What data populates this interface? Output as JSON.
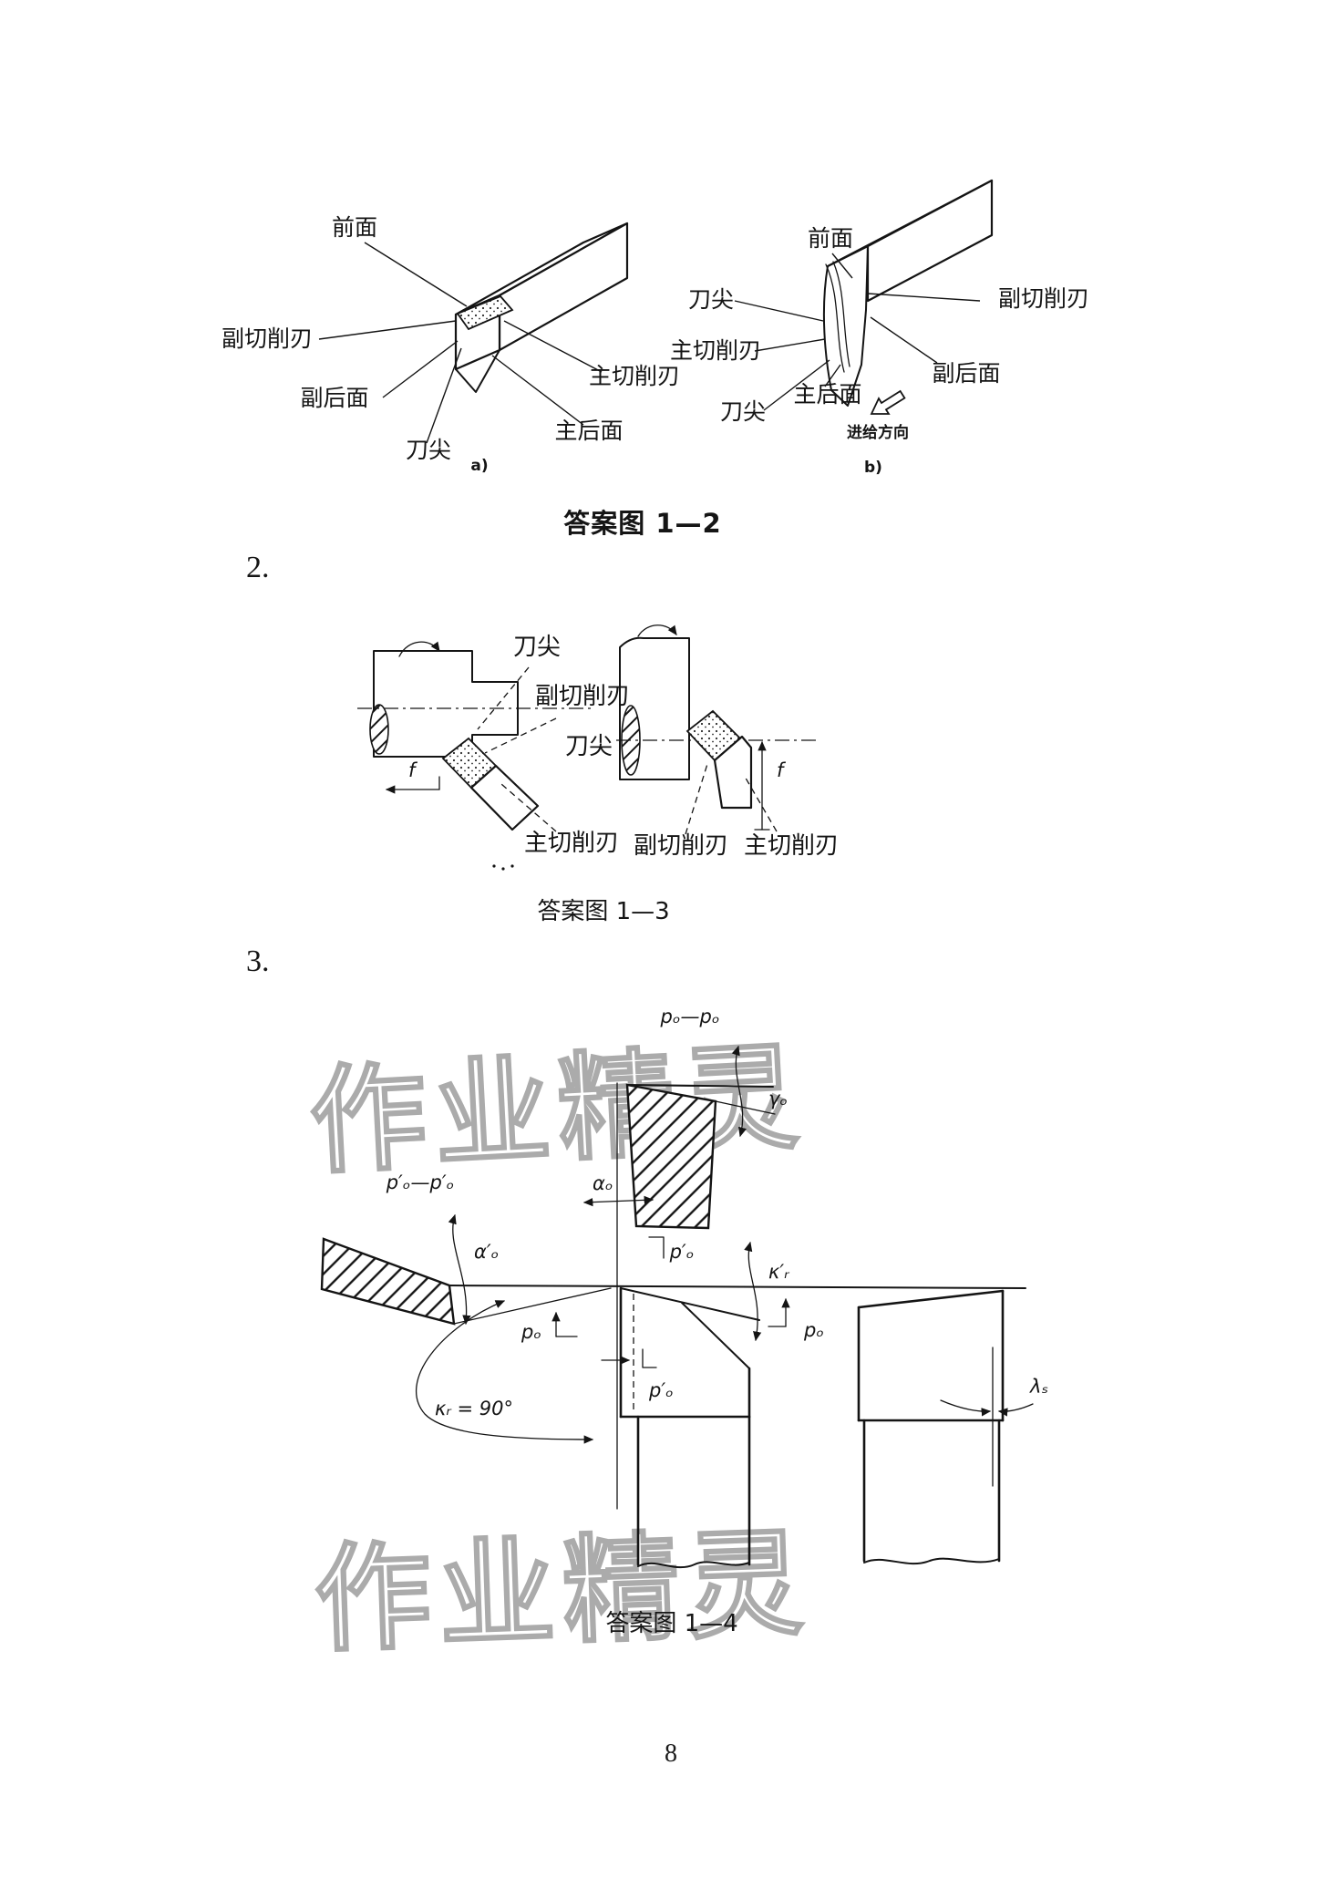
{
  "page": {
    "list_item_2": "2.",
    "list_item_3": "3.",
    "page_number": "8"
  },
  "watermark": {
    "text": "作业精灵",
    "color": "#ababab"
  },
  "fig12": {
    "caption": "答案图 1—2",
    "a": {
      "front": "前面",
      "minor_edge": "副切削刃",
      "minor_flank": "副后面",
      "tip": "刀尖",
      "major_flank": "主后面",
      "major_edge": "主切削刃",
      "sub": "a)"
    },
    "b": {
      "front": "前面",
      "tip1": "刀尖",
      "major_edge": "主切削刃",
      "tip2": "刀尖",
      "major_flank": "主后面",
      "minor_flank": "副后面",
      "minor_edge": "副切削刃",
      "feed": "进给方向",
      "sub": "b)"
    }
  },
  "fig13": {
    "caption": "答案图 1—3",
    "labels": {
      "tip1": "刀尖",
      "minor_edge1": "副切削刃",
      "tip2": "刀尖",
      "major_edge1": "主切削刃",
      "minor_edge2": "副切削刃",
      "major_edge2": "主切削刃",
      "feed_left": "f",
      "feed_right": "f"
    }
  },
  "fig14": {
    "caption": "答案图 1—4",
    "labels": {
      "section_po": "pₒ—pₒ",
      "gamma": "γₒ",
      "alpha": "αₒ",
      "section_ppo": "p′ₒ—p′ₒ",
      "alpha_p": "α′ₒ",
      "po1": "pₒ",
      "ppo1": "p′ₒ",
      "kappa_p": "κ′ᵣ",
      "po2": "pₒ",
      "kappa": "κᵣ = 90°",
      "ppo2": "p′ₒ",
      "lambda": "λₛ"
    }
  }
}
